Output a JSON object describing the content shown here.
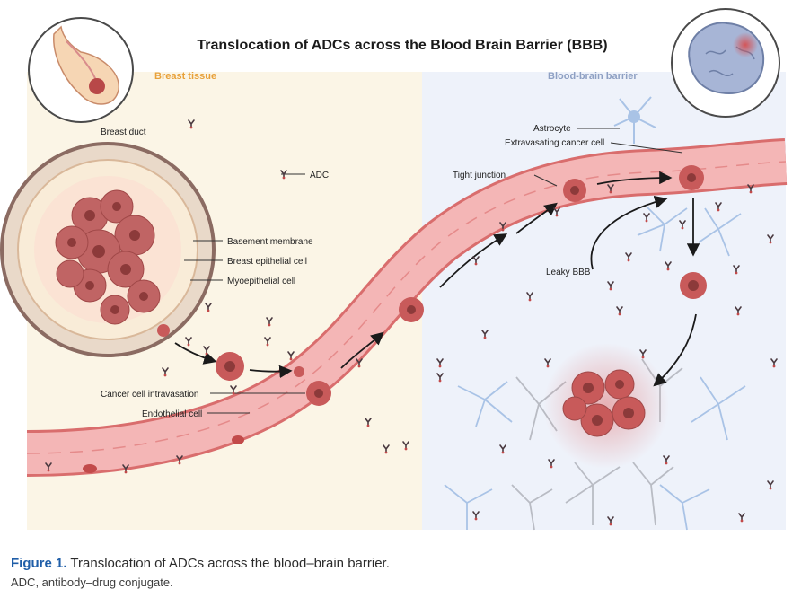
{
  "title": "Translocation of ADCs across the Blood Brain Barrier (BBB)",
  "regions": {
    "breast_tissue": "Breast tissue",
    "bbb": "Blood-brain barrier"
  },
  "labels": {
    "breast_duct": "Breast duct",
    "adc": "ADC",
    "basement_membrane": "Basement membrane",
    "breast_epithelial_cell": "Breast epithelial cell",
    "myoepithelial_cell": "Myoepithelial cell",
    "cancer_cell_intravasation": "Cancer cell intravasation",
    "endothelial_cell": "Endothelial cell",
    "astrocyte": "Astrocyte",
    "extravasating_cancer_cell": "Extravasating cancer cell",
    "tight_junction": "Tight junction",
    "leaky_bbb": "Leaky BBB"
  },
  "caption": {
    "label": "Figure 1.",
    "text": "Translocation of ADCs across the blood–brain barrier.",
    "abbrev": "ADC, antibody–drug conjugate."
  },
  "colors": {
    "breast_bg": "#fbf5e6",
    "brain_bg": "#eef2fa",
    "vessel": "#f0a8a8",
    "vessel_dark": "#d96d6d",
    "cancer_cell": "#c85a5a",
    "region_breast_text": "#e8a13a",
    "region_bbb_text": "#8ea0c3",
    "astrocyte_blue": "#a9c3e6",
    "neuron_gray": "#b9bcc4",
    "caption_blue": "#1f5ea8"
  }
}
